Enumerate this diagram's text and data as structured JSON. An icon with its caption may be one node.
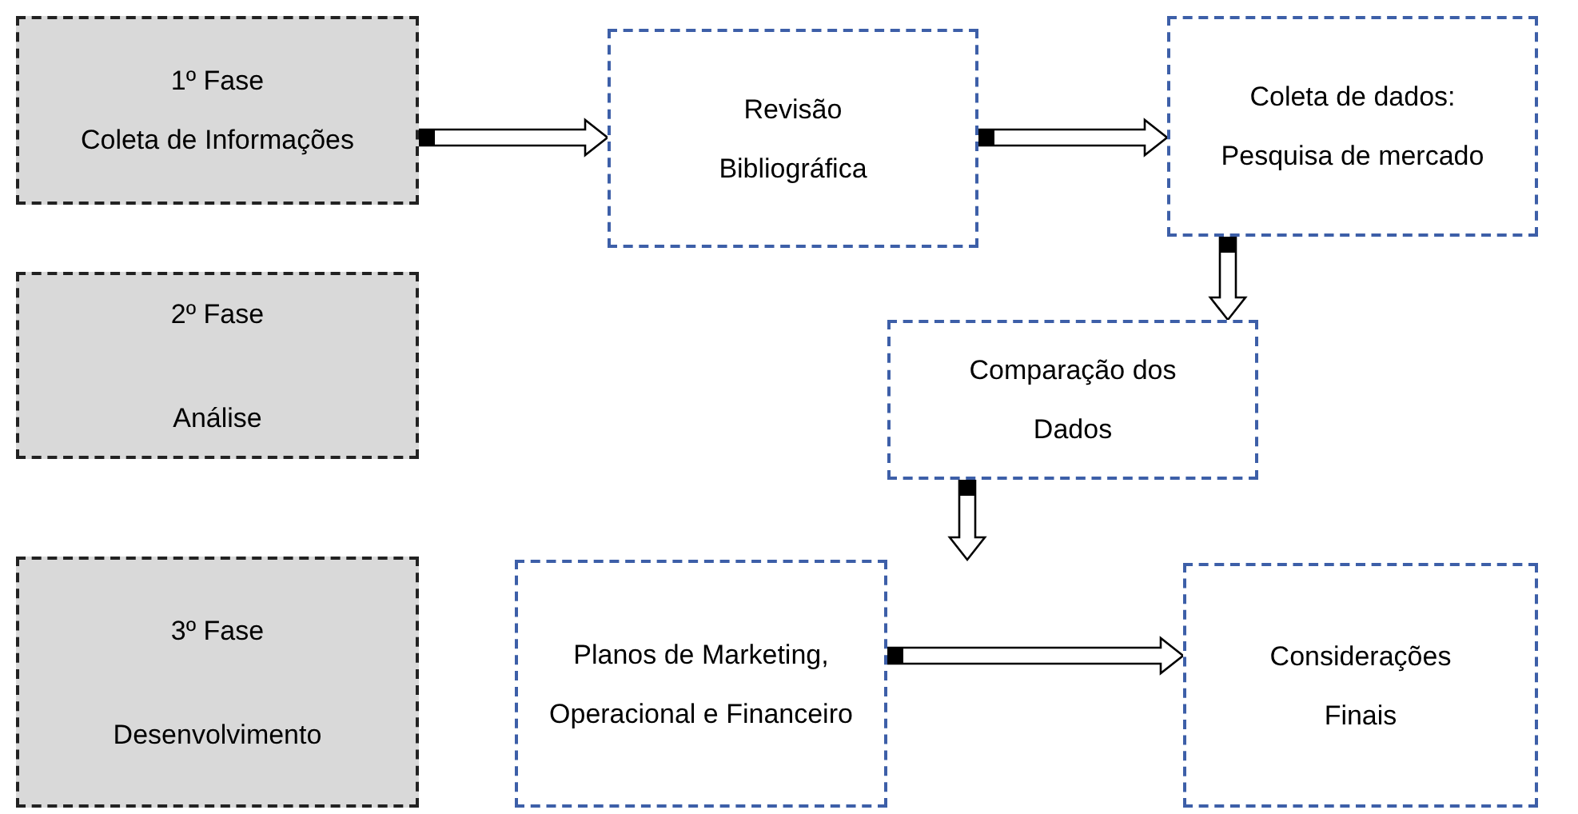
{
  "diagram": {
    "nodes": [
      {
        "text": [
          "1º Fase",
          "Coleta de Informações"
        ]
      },
      {
        "text": [
          "Revisão Bibliográfica"
        ]
      },
      {
        "text": [
          "Coleta de dados: Pesquisa de mercado"
        ]
      },
      {
        "text": [
          "2º Fase",
          "Análise"
        ]
      },
      {
        "text": [
          "Comparação dos Dados"
        ]
      },
      {
        "text": [
          "3º Fase",
          "Desenvolvimento"
        ]
      },
      {
        "text": [
          "Planos de Marketing, Operacional e Financeiro"
        ]
      },
      {
        "text": [
          "Considerações Finais"
        ]
      }
    ],
    "edges": [
      {
        "from": 0,
        "to": 1,
        "arrow": "to"
      },
      {
        "from": 1,
        "to": 2,
        "arrow": "to"
      },
      {
        "from": 2,
        "to": 4,
        "arrow": "to"
      },
      {
        "from": 4,
        "to": 6,
        "arrow": "to"
      },
      {
        "from": 6,
        "to": 7,
        "arrow": "to"
      }
    ]
  }
}
